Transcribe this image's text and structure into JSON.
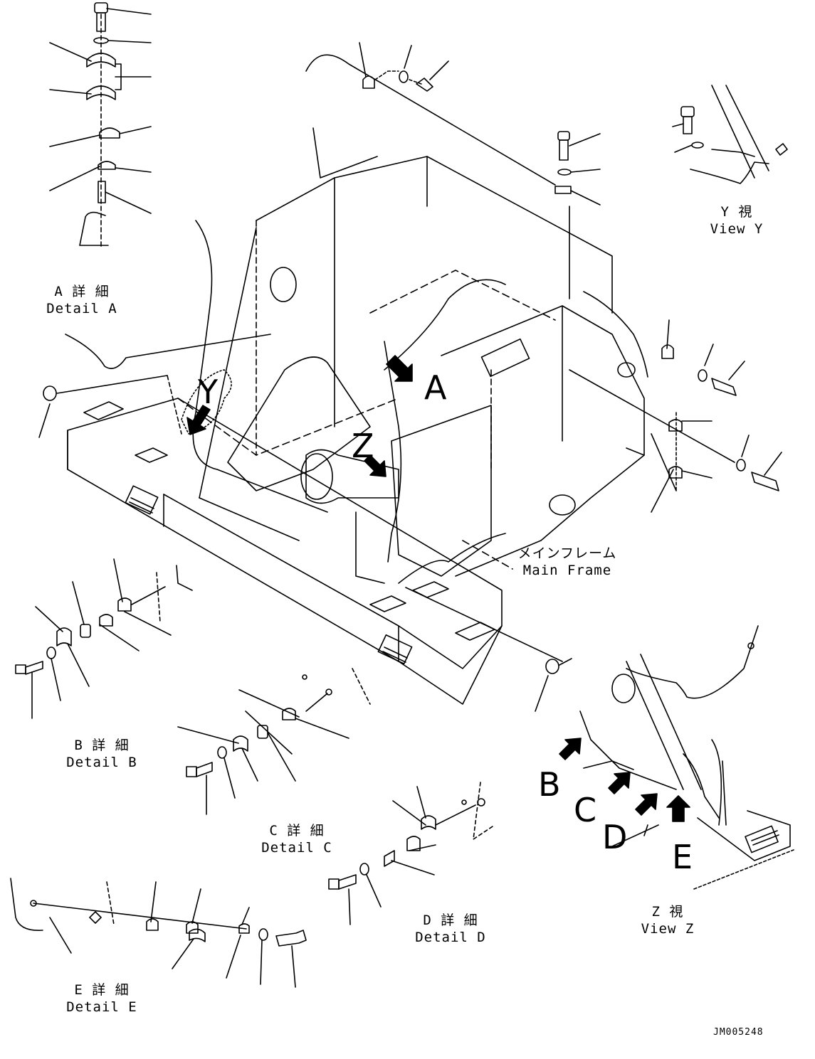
{
  "labels": {
    "detail_a": {
      "jp": "A 詳 細",
      "en": "Detail A"
    },
    "detail_b": {
      "jp": "B 詳 細",
      "en": "Detail B"
    },
    "detail_c": {
      "jp": "C 詳 細",
      "en": "Detail C"
    },
    "detail_d": {
      "jp": "D 詳 細",
      "en": "Detail D"
    },
    "detail_e": {
      "jp": "E 詳 細",
      "en": "Detail E"
    },
    "view_y": {
      "jp": "Y 視",
      "en": "View Y"
    },
    "view_z": {
      "jp": "Z 視",
      "en": "View Z"
    },
    "main_frame": {
      "jp": "メインフレーム",
      "en": "Main Frame"
    }
  },
  "callouts": {
    "a": "A",
    "y": "Y",
    "z": "Z",
    "b": "B",
    "c": "C",
    "d": "D",
    "e": "E"
  },
  "drawing_code": "JM005248"
}
